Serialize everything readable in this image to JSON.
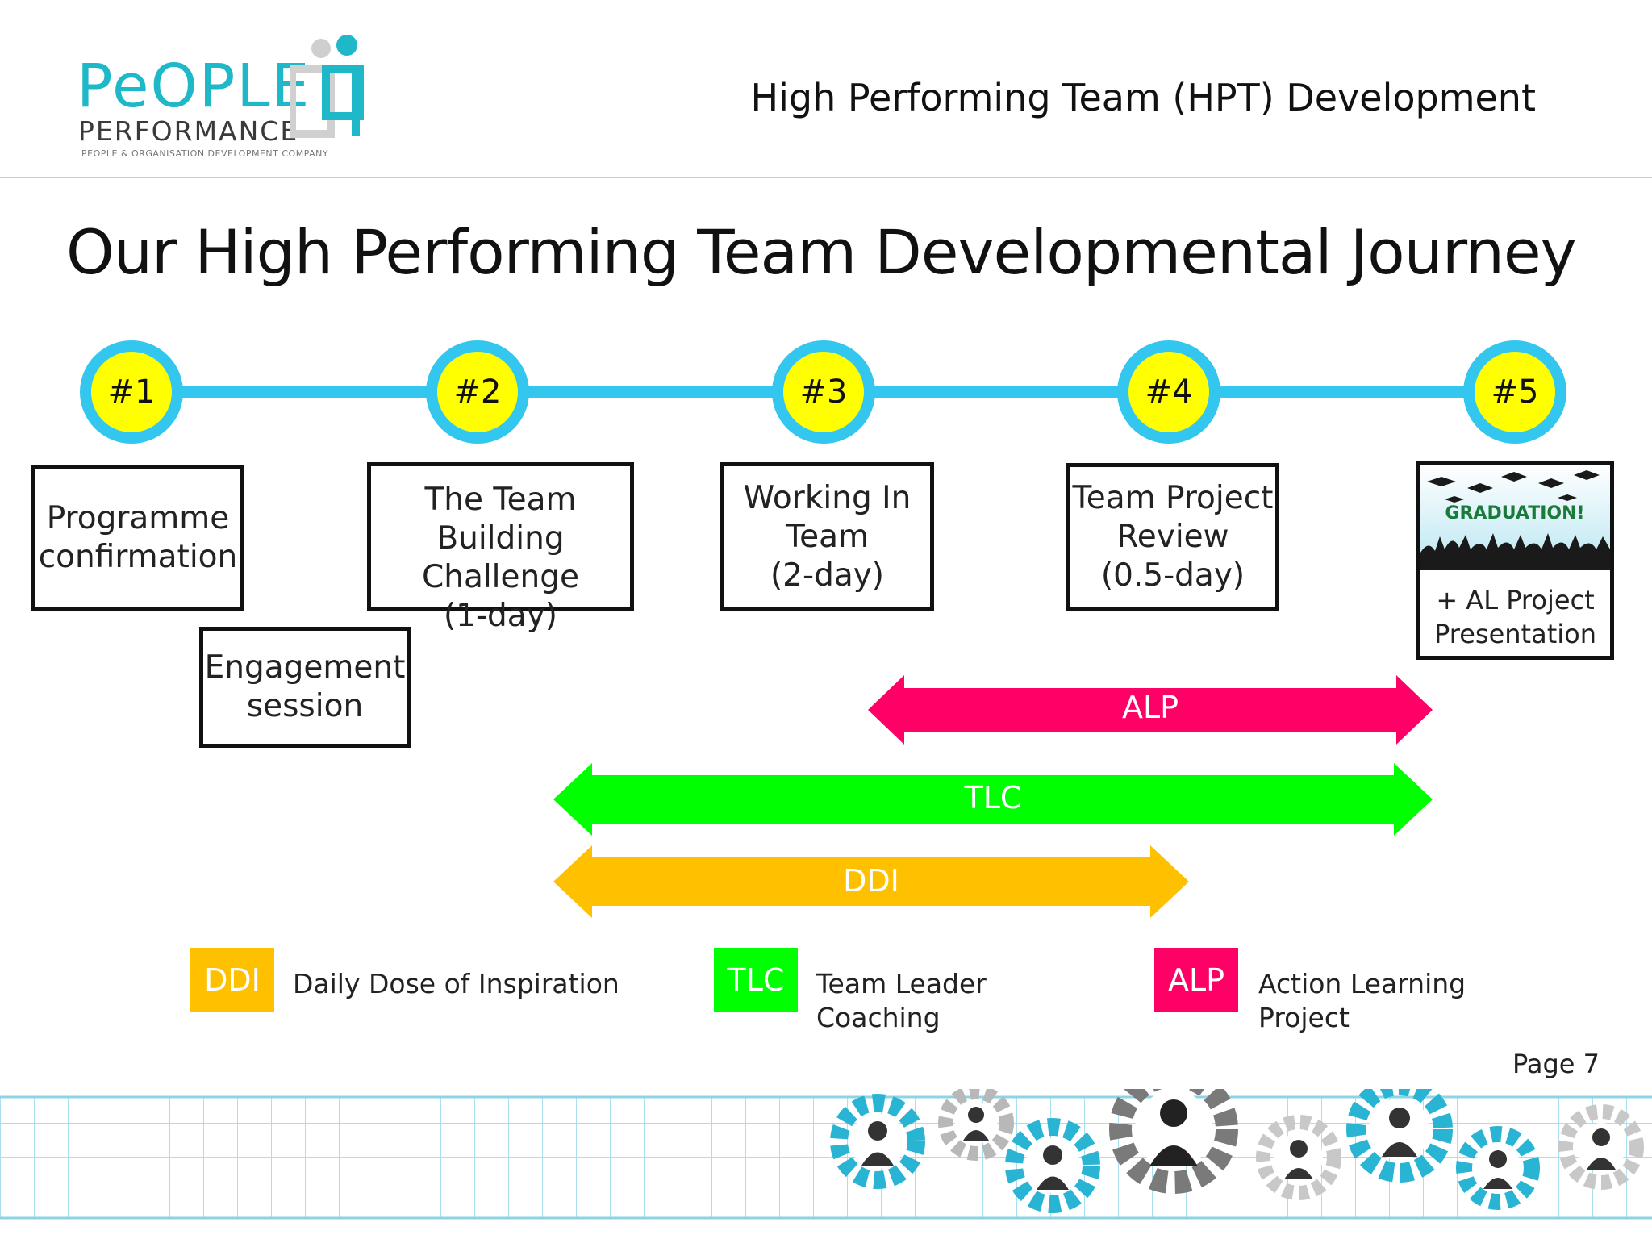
{
  "header": {
    "logo_word": "PeOPLE",
    "logo_sub": "PERFORMANCE",
    "logo_tag": "PEOPLE & ORGANISATION DEVELOPMENT COMPANY",
    "title": "High Performing Team (HPT) Development"
  },
  "slide_title": "Our High Performing Team Developmental Journey",
  "stages": [
    {
      "marker": "#1",
      "label": "Programme\nconfirmation"
    },
    {
      "marker": "#2",
      "label": "The Team\nBuilding\nChallenge\n(1-day)"
    },
    {
      "marker": "#3",
      "label": "Working In\nTeam\n(2-day)"
    },
    {
      "marker": "#4",
      "label": "Team Project\nReview\n(0.5-day)"
    },
    {
      "marker": "#5",
      "label": "+ AL Project\nPresentation",
      "image_text": "GRADUATION!"
    }
  ],
  "engagement": "Engagement\nsession",
  "arrows": {
    "alp": {
      "label": "ALP",
      "color": "#ff0066"
    },
    "tlc": {
      "label": "TLC",
      "color": "#00ff00"
    },
    "ddi": {
      "label": "DDI",
      "color": "#ffc000"
    }
  },
  "legend": [
    {
      "key": "DDI",
      "desc": "Daily Dose of Inspiration",
      "color": "#ffc000"
    },
    {
      "key": "TLC",
      "desc": "Team Leader\nCoaching",
      "color": "#00ff00"
    },
    {
      "key": "ALP",
      "desc": "Action Learning\nProject",
      "color": "#ff0066"
    }
  ],
  "page": "Page 7",
  "colors": {
    "timeline": "#33c7f0",
    "marker_fill": "#ffff00",
    "logo": "#1fb8c8"
  }
}
